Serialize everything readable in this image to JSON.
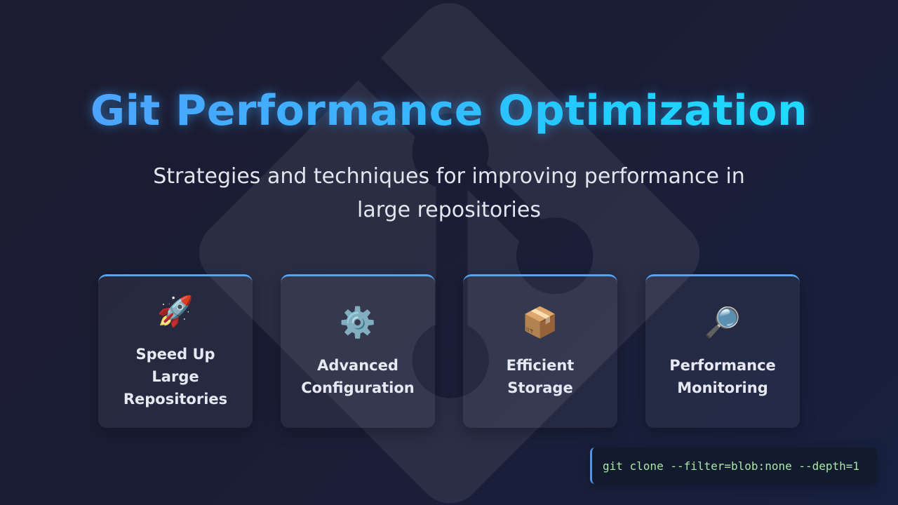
{
  "slide": {
    "title": "Git Performance Optimization",
    "subtitle": "Strategies and techniques for improving performance in large repositories",
    "background_logo": "git-logo",
    "colors": {
      "background_start": "#1b1c31",
      "background_end": "#17203f",
      "title_gradient_start": "#4ca4ff",
      "title_gradient_end": "#1ddcff",
      "card_accent": "#56a3f0",
      "code_text": "#a9e6a6"
    }
  },
  "cards": [
    {
      "icon": "rocket-icon",
      "glyph": "🚀",
      "label": "Speed Up Large Repositories"
    },
    {
      "icon": "gear-icon",
      "glyph": "⚙️",
      "label": "Advanced Configuration"
    },
    {
      "icon": "package-icon",
      "glyph": "📦",
      "label": "Efficient Storage"
    },
    {
      "icon": "magnifier-icon",
      "glyph": "🔎",
      "label": "Performance Monitoring"
    }
  ],
  "code": {
    "command": "git clone --filter=blob:none --depth=1"
  }
}
